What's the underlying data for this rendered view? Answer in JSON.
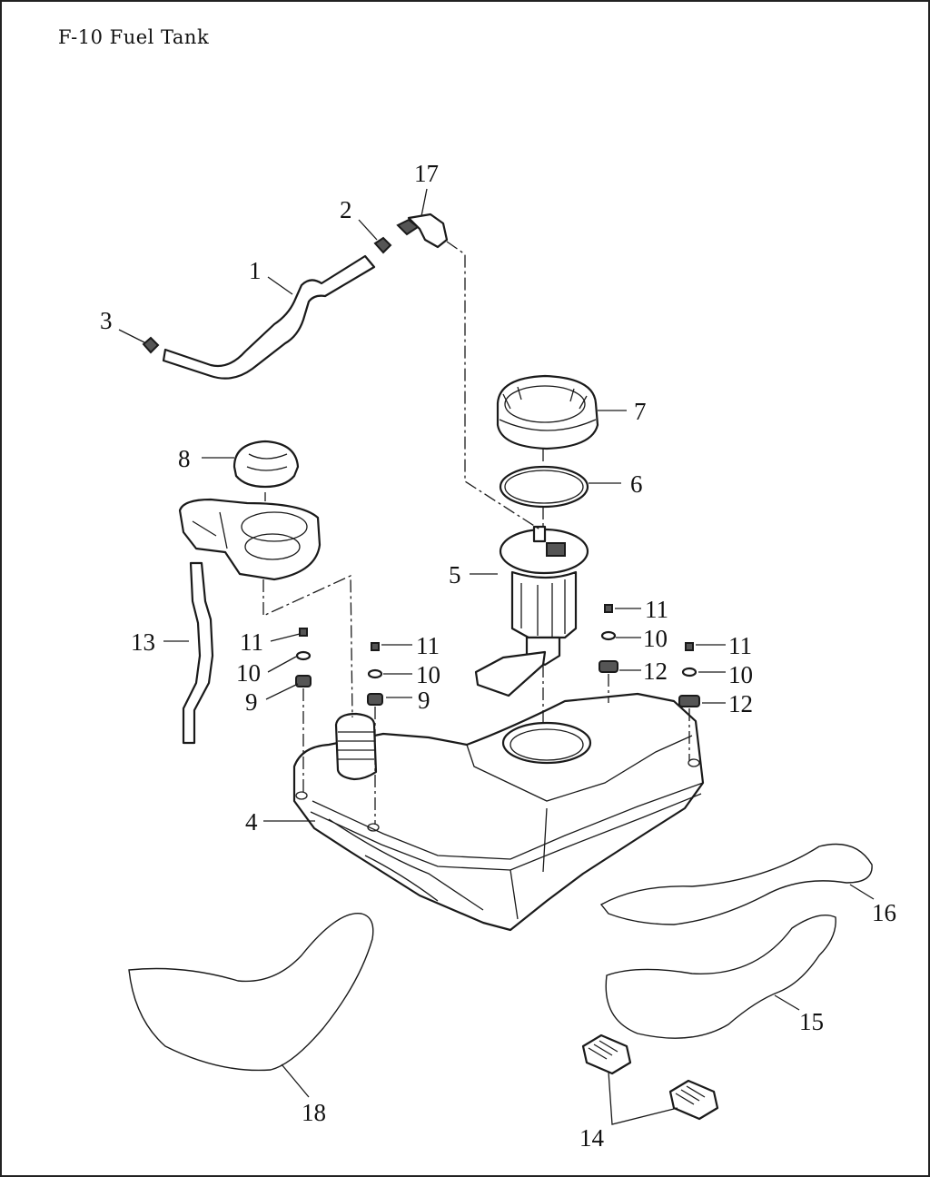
{
  "title": "F-10 Fuel Tank",
  "callouts": {
    "c1": "1",
    "c2": "2",
    "c3": "3",
    "c4": "4",
    "c5": "5",
    "c6": "6",
    "c7": "7",
    "c8": "8",
    "c9a": "9",
    "c9b": "9",
    "c10a": "10",
    "c10b": "10",
    "c10c": "10",
    "c10d": "10",
    "c11a": "11",
    "c11b": "11",
    "c11c": "11",
    "c11d": "11",
    "c12a": "12",
    "c12b": "12",
    "c13": "13",
    "c14": "14",
    "c15": "15",
    "c16": "16",
    "c17": "17",
    "c18": "18"
  },
  "icons": [
    "hose-icon",
    "clamp-icon",
    "fuel-tank-icon",
    "fuel-pump-icon",
    "gasket-ring-icon",
    "retainer-ring-icon",
    "fuel-cap-icon",
    "filler-neck-icon",
    "bolt-icon",
    "washer-icon",
    "rubber-grommet-icon",
    "rubber-pad-icon",
    "fitting-icon"
  ]
}
